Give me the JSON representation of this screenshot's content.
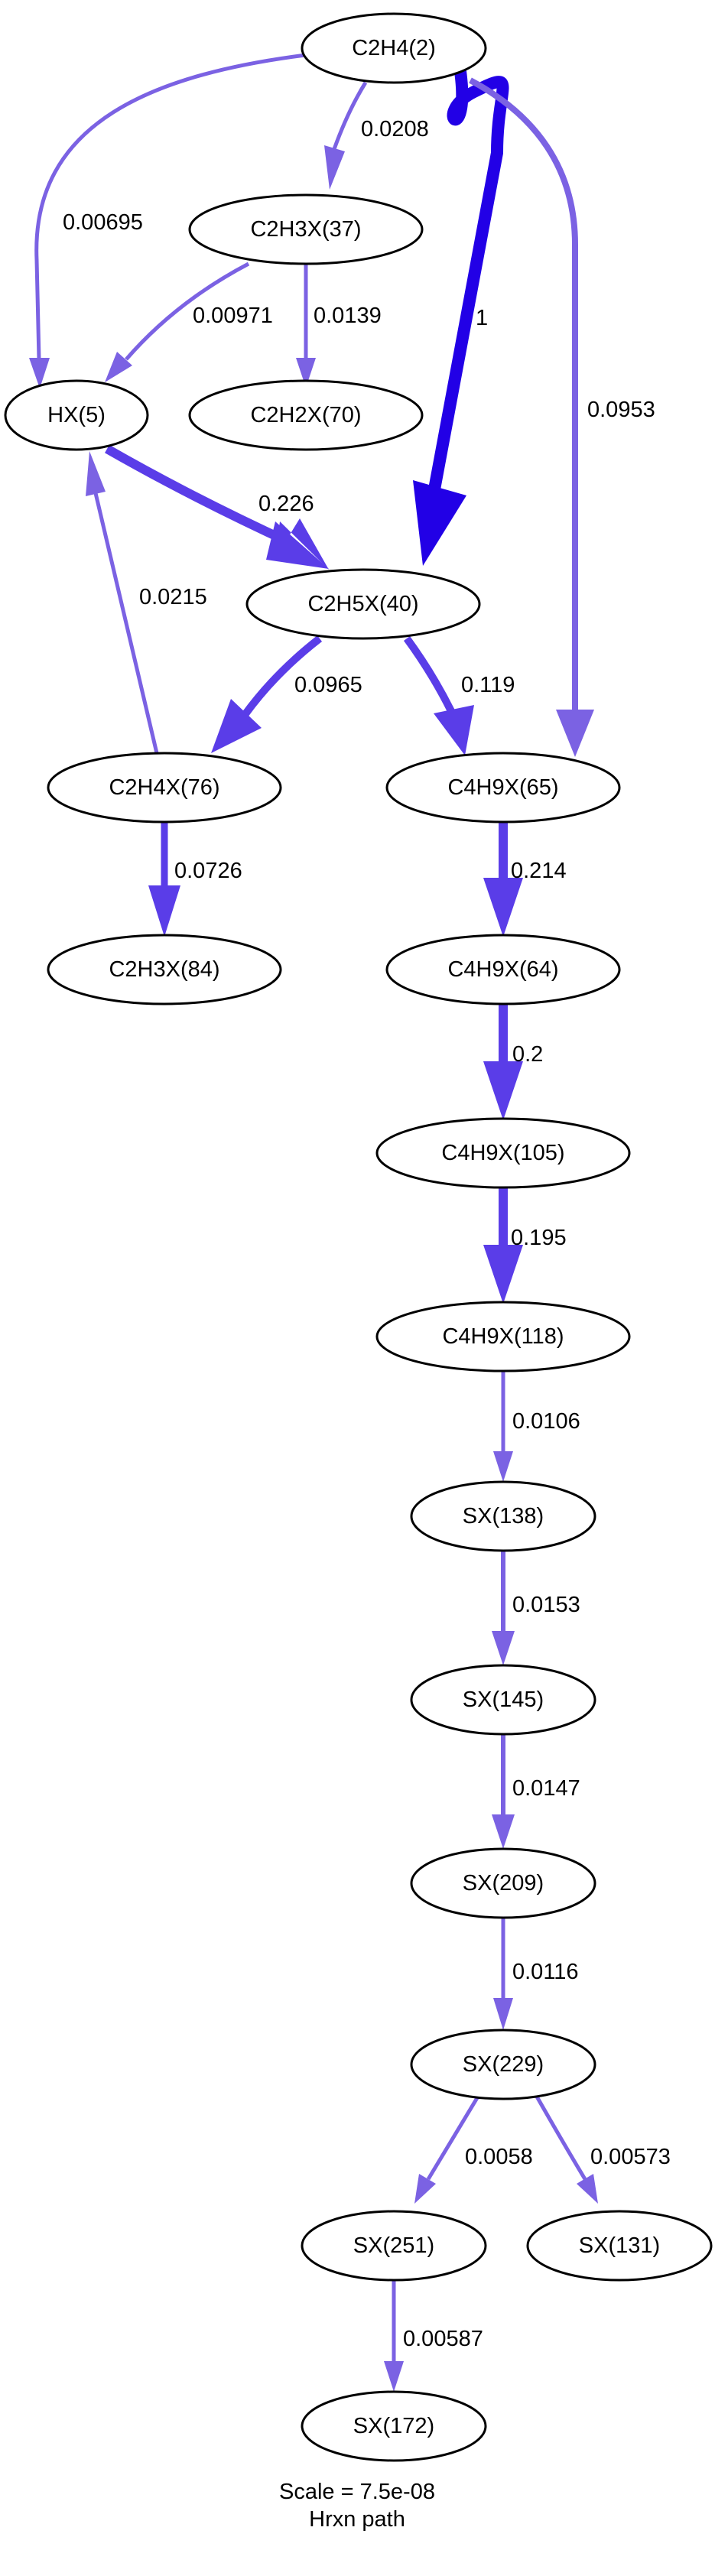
{
  "colors": {
    "edge_strong": "#2200e6",
    "edge_mid": "#5a3de8",
    "edge_light": "#7b62e3",
    "node_stroke": "#000000",
    "node_fill": "#ffffff"
  },
  "nodes": {
    "c2h4_2": "C2H4(2)",
    "c2h3x_37": "C2H3X(37)",
    "hx_5": "HX(5)",
    "c2h2x_70": "C2H2X(70)",
    "c2h5x_40": "C2H5X(40)",
    "c2h4x_76": "C2H4X(76)",
    "c4h9x_65": "C4H9X(65)",
    "c2h3x_84": "C2H3X(84)",
    "c4h9x_64": "C4H9X(64)",
    "c4h9x_105": "C4H9X(105)",
    "c4h9x_118": "C4H9X(118)",
    "sx_138": "SX(138)",
    "sx_145": "SX(145)",
    "sx_209": "SX(209)",
    "sx_229": "SX(229)",
    "sx_251": "SX(251)",
    "sx_131": "SX(131)",
    "sx_172": "SX(172)"
  },
  "edges": {
    "c2h4_to_c2h3x37": "0.0208",
    "c2h4_to_hx": "0.00695",
    "c2h3x37_to_hx": "0.00971",
    "c2h3x37_to_c2h2x": "0.0139",
    "c2h4_to_c2h5x": "1",
    "c2h4_to_c4h9x65": "0.0953",
    "hx_to_c2h5x": "0.226",
    "c2h4x_to_hx": "0.0215",
    "c2h5x_to_c2h4x": "0.0965",
    "c2h5x_to_c4h9x65": "0.119",
    "c2h4x_to_c2h3x84": "0.0726",
    "c4h9x65_to_c4h9x64": "0.214",
    "c4h9x64_to_c4h9x105": "0.2",
    "c4h9x105_to_c4h9x118": "0.195",
    "c4h9x118_to_sx138": "0.0106",
    "sx138_to_sx145": "0.0153",
    "sx145_to_sx209": "0.0147",
    "sx209_to_sx229": "0.0116",
    "sx229_to_sx251": "0.0058",
    "sx229_to_sx131": "0.00573",
    "sx251_to_sx172": "0.00587"
  },
  "footer": {
    "scale": "Scale = 7.5e-08",
    "title": "Hrxn path"
  }
}
